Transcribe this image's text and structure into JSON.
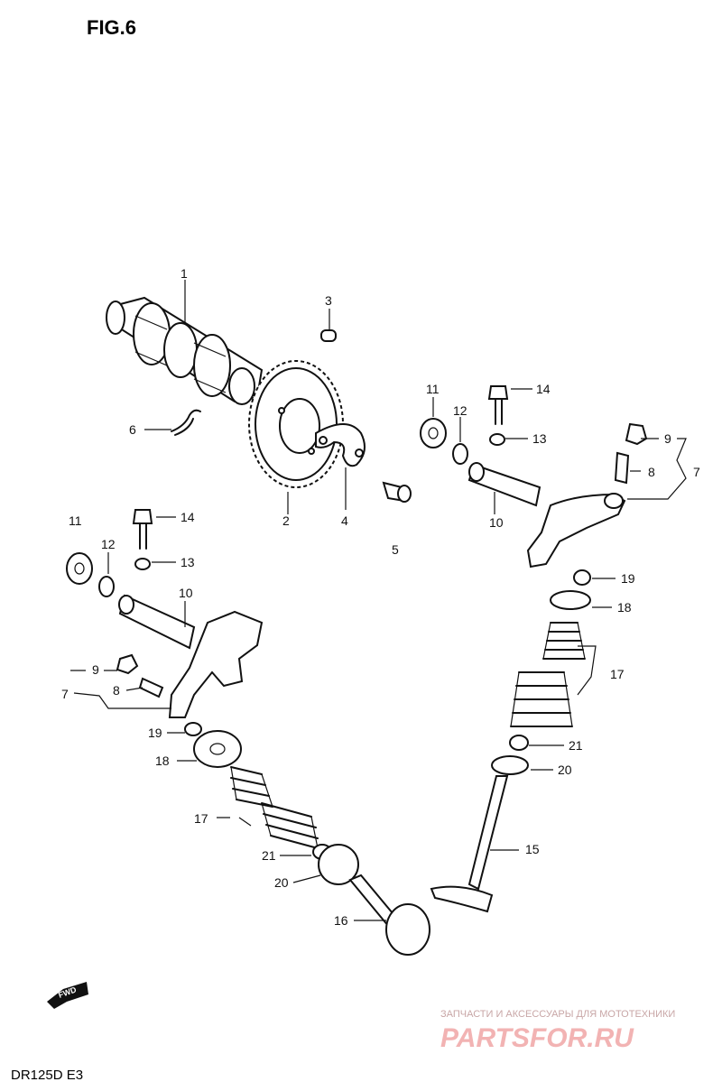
{
  "figure": {
    "title": "FIG.6",
    "model": "DR125D  E3",
    "fwd_label": "FWD"
  },
  "watermark": {
    "line1": "ЗАПЧАСТИ И АКСЕССУАРЫ ДЛЯ МОТОТЕХНИКИ",
    "line2": "PARTSFOR.RU"
  },
  "callouts": [
    {
      "id": "c1",
      "text": "1"
    },
    {
      "id": "c2",
      "text": "2"
    },
    {
      "id": "c3",
      "text": "3"
    },
    {
      "id": "c4",
      "text": "4"
    },
    {
      "id": "c5",
      "text": "5"
    },
    {
      "id": "c6",
      "text": "6"
    },
    {
      "id": "c7r",
      "text": "7"
    },
    {
      "id": "c8r",
      "text": "8"
    },
    {
      "id": "c9r",
      "text": "9"
    },
    {
      "id": "c10r",
      "text": "10"
    },
    {
      "id": "c11r",
      "text": "11"
    },
    {
      "id": "c12r",
      "text": "12"
    },
    {
      "id": "c13r",
      "text": "13"
    },
    {
      "id": "c14r",
      "text": "14"
    },
    {
      "id": "c15",
      "text": "15"
    },
    {
      "id": "c16",
      "text": "16"
    },
    {
      "id": "c17r",
      "text": "17"
    },
    {
      "id": "c18r",
      "text": "18"
    },
    {
      "id": "c19r",
      "text": "19"
    },
    {
      "id": "c20r",
      "text": "20"
    },
    {
      "id": "c21r",
      "text": "21"
    },
    {
      "id": "c7l",
      "text": "7"
    },
    {
      "id": "c8l",
      "text": "8"
    },
    {
      "id": "c9l",
      "text": "9"
    },
    {
      "id": "c10l",
      "text": "10"
    },
    {
      "id": "c11l",
      "text": "11"
    },
    {
      "id": "c12l",
      "text": "12"
    },
    {
      "id": "c13l",
      "text": "13"
    },
    {
      "id": "c14l",
      "text": "14"
    },
    {
      "id": "c17l",
      "text": "17"
    },
    {
      "id": "c18l",
      "text": "18"
    },
    {
      "id": "c19l",
      "text": "19"
    },
    {
      "id": "c20l",
      "text": "20"
    },
    {
      "id": "c21l",
      "text": "21"
    }
  ]
}
